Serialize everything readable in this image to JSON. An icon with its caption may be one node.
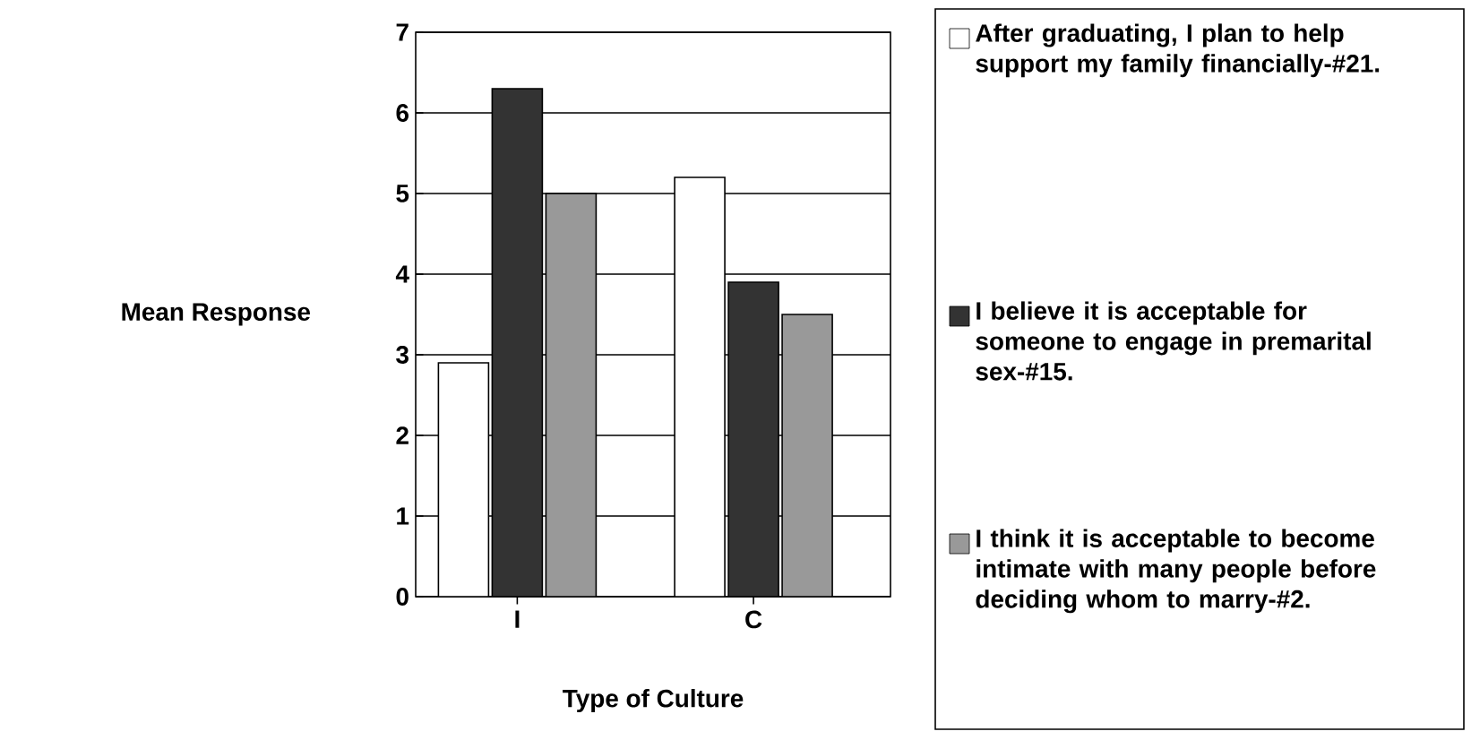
{
  "diagram": {
    "chart_data": {
      "type": "bar",
      "xlabel": "Type of Culture",
      "ylabel": "Mean Response",
      "categories": [
        "I",
        "C"
      ],
      "series": [
        {
          "name": "After graduating, I plan to help support my family financially-#21.",
          "color": "#ffffff",
          "values": [
            2.9,
            5.2
          ]
        },
        {
          "name": "I believe it is acceptable for someone to engage in premarital sex-#15.",
          "color": "#333333",
          "values": [
            6.3,
            3.9
          ]
        },
        {
          "name": "I think it is acceptable to become intimate with many people before deciding whom to marry-#2.",
          "color": "#999999",
          "values": [
            5.0,
            3.5
          ]
        }
      ],
      "grid": "y",
      "legend": true,
      "ylim": [
        0,
        7
      ],
      "yticks": [
        0,
        1,
        2,
        3,
        4,
        5,
        6,
        7
      ]
    }
  }
}
